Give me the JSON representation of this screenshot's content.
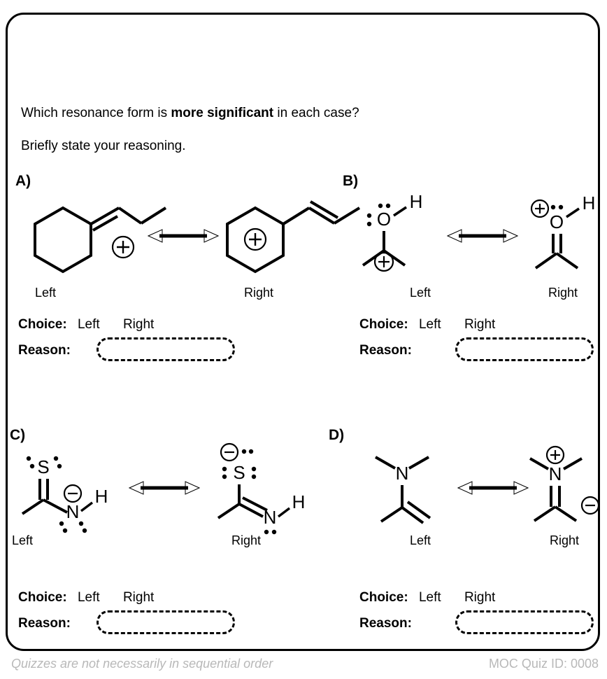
{
  "quiz": {
    "prompt_line1_prefix": "Which resonance form is ",
    "prompt_line1_emphasis": "more significant",
    "prompt_line1_suffix": " in each case?",
    "prompt_line2": "Briefly state your reasoning.",
    "choice_label": "Choice:",
    "reason_label": "Reason:",
    "option_left": "Left",
    "option_right": "Right",
    "structure_label_left": "Left",
    "structure_label_right": "Right"
  },
  "sections": [
    {
      "letter": "A)",
      "left_structure": {
        "name": "alkylidene-cyclohexane-allyl-cation",
        "atoms": [],
        "charges": [
          "plus"
        ],
        "description": "cyclohexylidene with exocyclic C=C and allylic carbocation"
      },
      "right_structure": {
        "name": "cyclohexyl-cation-propenyl",
        "atoms": [],
        "charges": [
          "plus"
        ],
        "description": "cyclohexyl cation bearing a propenyl chain"
      }
    },
    {
      "letter": "B)",
      "left_structure": {
        "name": "protonated-ketone-carbocation",
        "atoms": [
          "O",
          "H"
        ],
        "charges": [
          "plus"
        ],
        "description": "hydroxyl oxygen with two lone pairs and carbocation center"
      },
      "right_structure": {
        "name": "oxocarbenium",
        "atoms": [
          "O",
          "H"
        ],
        "charges": [
          "plus"
        ],
        "description": "oxygen bearing positive charge with C=O double bond"
      }
    },
    {
      "letter": "C)",
      "left_structure": {
        "name": "thioamide-nitrogen-anion",
        "atoms": [
          "S",
          "N",
          "H"
        ],
        "charges": [
          "minus"
        ],
        "description": "C=S double bond with negatively charged nitrogen"
      },
      "right_structure": {
        "name": "thiolate-imine",
        "atoms": [
          "S",
          "N",
          "H"
        ],
        "charges": [
          "minus"
        ],
        "description": "negatively charged sulfur with C=N double bond"
      }
    },
    {
      "letter": "D)",
      "left_structure": {
        "name": "enamine-neutral",
        "atoms": [
          "N"
        ],
        "charges": [],
        "description": "dimethylamino group attached to C=C double bond"
      },
      "right_structure": {
        "name": "iminium-carbanion",
        "atoms": [
          "N"
        ],
        "charges": [
          "plus",
          "minus"
        ],
        "description": "iminium nitrogen with adjacent carbanion"
      }
    }
  ],
  "footer": {
    "note": "Quizzes are not necessarily in sequential order",
    "quiz_id": "MOC Quiz ID: 0008"
  },
  "colors": {
    "ink": "#000000",
    "footer_text": "#b8b8b8",
    "background": "#ffffff"
  }
}
